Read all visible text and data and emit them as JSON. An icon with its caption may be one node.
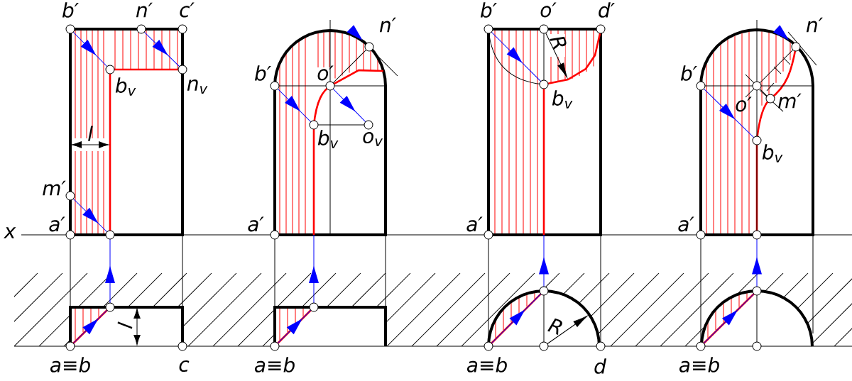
{
  "diagram": {
    "labels": [
      "b′",
      "n′",
      "c′",
      "b$_{v}$",
      "n$_{v}$",
      "l",
      "m′",
      "a′",
      "x",
      "a≡b",
      "l",
      "c",
      "n′",
      "b′",
      "o′",
      "b$_{v}$",
      "o$_{v}$",
      "a′",
      "a≡b",
      "b′",
      "o′",
      "d′",
      "R",
      "b$_{v}$",
      "a′",
      "R",
      "a≡b",
      "d",
      "n′",
      "b′",
      "o′",
      "m′",
      "b$_{v}$",
      "a′",
      "a≡b"
    ]
  }
}
